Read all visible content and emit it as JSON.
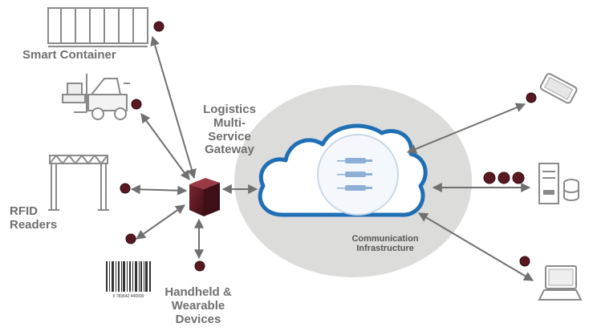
{
  "labels": {
    "smart_container": "Smart Container",
    "gateway_line1": "Logistics",
    "gateway_line2": "Multi-",
    "gateway_line3": "Service",
    "gateway_line4": "Gateway",
    "rfid_line1": "RFID",
    "rfid_line2": "Readers",
    "handheld_line1": "Handheld &",
    "handheld_line2": "Wearable",
    "handheld_line3": "Devices",
    "comm_line1": "Communication",
    "comm_line2": "Infrastructure",
    "barcode_digits": "9 783642 440500"
  },
  "colors": {
    "arrow": "#707070",
    "node_dot": "#5a1820",
    "gateway": "#5a1820",
    "cloud_stroke": "#1f6fb5",
    "ellipse_fill": "#dcdcda",
    "icon_stroke": "#8a8a8a"
  }
}
